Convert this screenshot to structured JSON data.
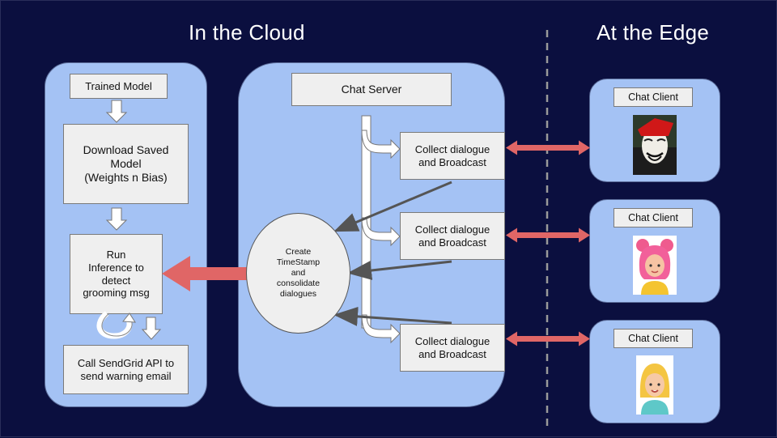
{
  "headings": {
    "cloud": "In the Cloud",
    "edge": "At the Edge"
  },
  "cloud_left": {
    "trained_model": "Trained Model",
    "download_model": "Download Saved\nModel\n(Weights n Bias)",
    "run_inference": "Run\nInference to\ndetect\ngrooming msg",
    "call_sendgrid": "Call SendGrid API to\nsend warning email"
  },
  "chat_server": {
    "title": "Chat Server",
    "collect_1": "Collect dialogue\nand Broadcast",
    "collect_2": "Collect dialogue\nand Broadcast",
    "collect_3": "Collect dialogue\nand Broadcast",
    "timestamp": "Create\nTimeStamp\nand\nconsolidate\ndialogues"
  },
  "edge_clients": [
    {
      "label": "Chat Client",
      "avatar_icon": "masked-hacker-avatar-icon"
    },
    {
      "label": "Chat Client",
      "avatar_icon": "pink-hair-girl-avatar-icon"
    },
    {
      "label": "Chat Client",
      "avatar_icon": "blonde-girl-avatar-icon"
    }
  ],
  "colors": {
    "background": "#0b0f3f",
    "panel": "#a4c2f4",
    "box": "#efefef",
    "big_arrow": "#e06666",
    "thin_arrow": "#555555"
  }
}
